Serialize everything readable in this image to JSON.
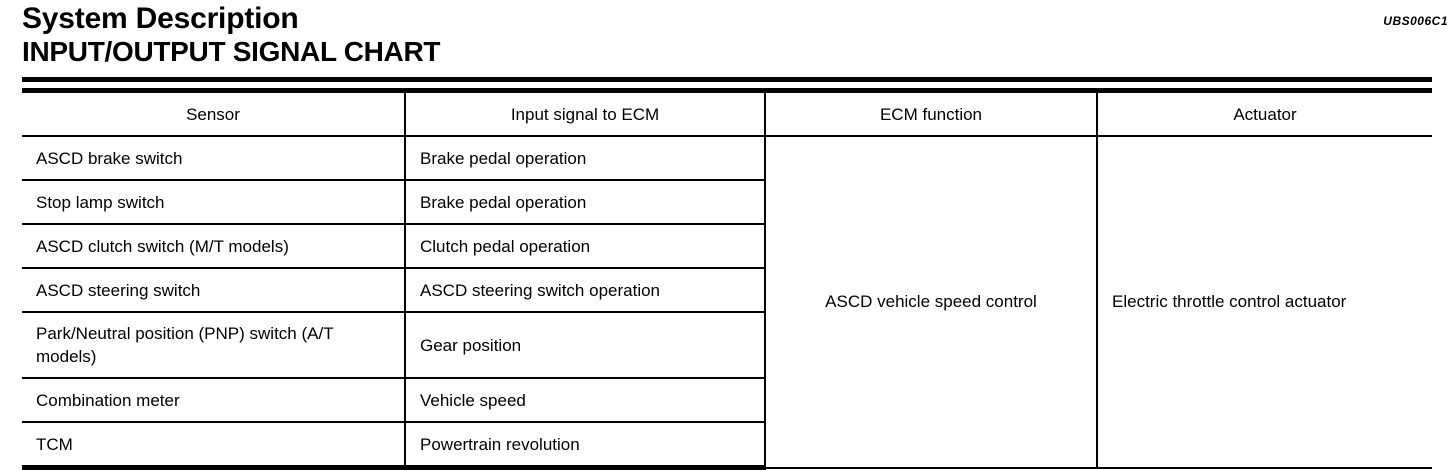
{
  "header": {
    "title": "System Description",
    "subtitle": "INPUT/OUTPUT SIGNAL CHART",
    "doc_code": "UBS006C1"
  },
  "chart_data": {
    "type": "table",
    "title": "INPUT/OUTPUT SIGNAL CHART",
    "columns": [
      "Sensor",
      "Input signal to ECM",
      "ECM function",
      "Actuator"
    ],
    "rows": [
      {
        "sensor": "ASCD brake switch",
        "input_signal": "Brake pedal operation"
      },
      {
        "sensor": "Stop lamp switch",
        "input_signal": "Brake pedal operation"
      },
      {
        "sensor": "ASCD clutch switch (M/T models)",
        "input_signal": "Clutch pedal operation"
      },
      {
        "sensor": "ASCD steering switch",
        "input_signal": "ASCD steering switch operation"
      },
      {
        "sensor": "Park/Neutral position (PNP) switch (A/T models)",
        "input_signal": "Gear position"
      },
      {
        "sensor": "Combination meter",
        "input_signal": "Vehicle speed"
      },
      {
        "sensor": "TCM",
        "input_signal": "Powertrain revolution"
      }
    ],
    "merged": {
      "ecm_function": "ASCD vehicle speed control",
      "actuator": "Electric throttle control actuator",
      "rowspan": 7
    }
  }
}
